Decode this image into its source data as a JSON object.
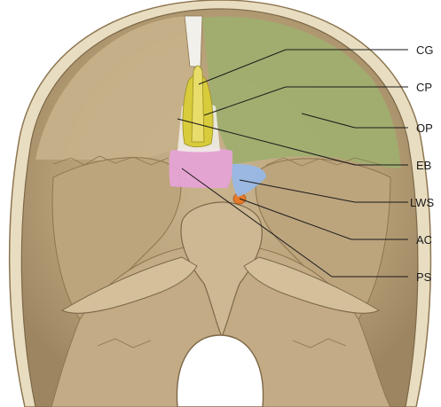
{
  "labels": [
    {
      "key": "cg",
      "text": "CG"
    },
    {
      "key": "cp",
      "text": "CP"
    },
    {
      "key": "op",
      "text": "OP"
    },
    {
      "key": "eb",
      "text": "EB"
    },
    {
      "key": "lws",
      "text": "LWS"
    },
    {
      "key": "ac",
      "text": "AC"
    },
    {
      "key": "ps",
      "text": "PS"
    }
  ],
  "colors": {
    "bone": "#b8a27c",
    "bone_dark": "#8c7650",
    "bone_light": "#d8c7a3",
    "outer_rim": "#e9ddc1",
    "orbital_plate": "#9fae6f",
    "cribriform_plate": "#d8cc3c",
    "ethmoid_bone": "#f2f0ea",
    "lesser_wing": "#98b8e6",
    "planum": "#e6a3d6",
    "clinoid": "#e57a2a",
    "leader": "#1a1a1a"
  }
}
